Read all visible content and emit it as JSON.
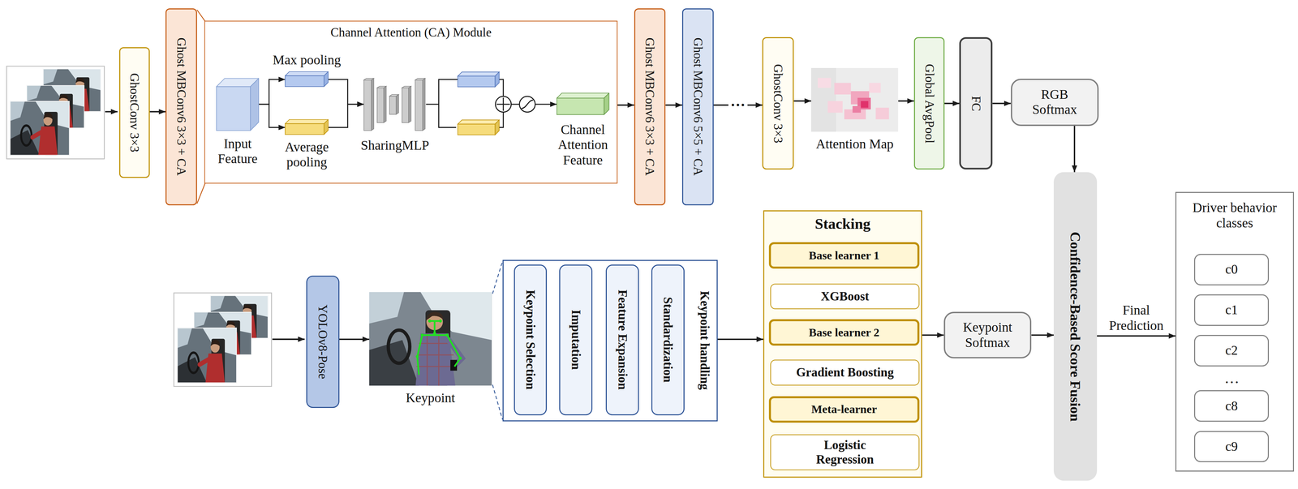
{
  "diagram": {
    "nodes": [
      {
        "text": [
          "GhostConv 3×3"
        ]
      },
      {
        "text": [
          "Ghost MBConv6 3×3 + CA"
        ]
      },
      {
        "text": [
          "Channel Attention (CA) Module"
        ]
      },
      {
        "text": [
          "Input Feature"
        ],
        "in": 2
      },
      {
        "text": [
          "Max pooling"
        ],
        "in": 2
      },
      {
        "text": [
          "Average pooling"
        ],
        "in": 2
      },
      {
        "text": [
          "SharingMLP"
        ],
        "in": 2
      },
      {
        "text": [
          "Channel Attention Feature"
        ],
        "in": 2
      },
      {
        "text": [
          "Ghost MBConv6 3×3 + CA"
        ]
      },
      {
        "text": [
          "Ghost MBConv6 5×5 + CA"
        ]
      },
      {
        "text": [
          "GhostConv 3×3"
        ]
      },
      {
        "text": [
          "Attention Map"
        ]
      },
      {
        "text": [
          "Global AvgPool"
        ]
      },
      {
        "text": [
          "FC"
        ]
      },
      {
        "text": [
          "RGB Softmax"
        ]
      },
      {
        "text": [
          "Confidence-Based Score Fusion"
        ]
      },
      {
        "text": [
          "Driver behavior classes"
        ]
      },
      {
        "text": [
          "c0"
        ],
        "in": 16
      },
      {
        "text": [
          "c1"
        ],
        "in": 16
      },
      {
        "text": [
          "c2"
        ],
        "in": 16
      },
      {
        "text": [
          "c8"
        ],
        "in": 16
      },
      {
        "text": [
          "c9"
        ],
        "in": 16
      },
      {
        "text": [
          "YOLOv8-Pose"
        ]
      },
      {
        "text": [
          "Keypoint"
        ]
      },
      {
        "text": [
          "Keypoint handling"
        ]
      },
      {
        "text": [
          "Keypoint Selection"
        ],
        "in": 24
      },
      {
        "text": [
          "Imputation"
        ],
        "in": 24
      },
      {
        "text": [
          "Feature Expansion"
        ],
        "in": 24
      },
      {
        "text": [
          "Standardization"
        ],
        "in": 24
      },
      {
        "text": [
          "Stacking"
        ]
      },
      {
        "text": [
          "Base learner 1"
        ],
        "in": 29
      },
      {
        "text": [
          "XGBoost"
        ],
        "in": 29
      },
      {
        "text": [
          "Base learner 2"
        ],
        "in": 29
      },
      {
        "text": [
          "Gradient Boosting"
        ],
        "in": 29
      },
      {
        "text": [
          "Meta-learner"
        ],
        "in": 29
      },
      {
        "text": [
          "Logistic Regression"
        ],
        "in": 29
      },
      {
        "text": [
          "Keypoint Softmax"
        ]
      }
    ],
    "edges": [
      {
        "from": 0,
        "to": 1,
        "arrow": "to"
      },
      {
        "from": 2,
        "to": 8,
        "arrow": "to"
      },
      {
        "from": 8,
        "to": 9,
        "arrow": "to"
      },
      {
        "from": 9,
        "to": 10,
        "label": "···",
        "arrow": "to"
      },
      {
        "from": 10,
        "to": 11,
        "arrow": "to"
      },
      {
        "from": 11,
        "to": 12,
        "arrow": "to"
      },
      {
        "from": 12,
        "to": 13,
        "arrow": "to"
      },
      {
        "from": 13,
        "to": 14,
        "arrow": "to"
      },
      {
        "from": 14,
        "to": 15,
        "arrow": "to"
      },
      {
        "from": 15,
        "to": 16,
        "label": "Final Prediction",
        "arrow": "to"
      },
      {
        "from": 3,
        "to": 4,
        "arrow": "to"
      },
      {
        "from": 3,
        "to": 5,
        "arrow": "to"
      },
      {
        "from": 4,
        "to": 6,
        "arrow": "to"
      },
      {
        "from": 5,
        "to": 6,
        "arrow": "to"
      },
      {
        "from": 6,
        "to": 7,
        "arrow": "to"
      },
      {
        "from": 22,
        "to": 23,
        "arrow": "to"
      },
      {
        "from": 24,
        "to": 29,
        "arrow": "to"
      },
      {
        "from": 29,
        "to": 36,
        "arrow": "to"
      },
      {
        "from": 36,
        "to": 15,
        "arrow": "to"
      },
      {
        "from": 30,
        "to": 31,
        "arrow": "to"
      },
      {
        "from": 30,
        "to": 31,
        "arrow": "to"
      },
      {
        "from": 32,
        "to": 33,
        "arrow": "to"
      },
      {
        "from": 32,
        "to": 33,
        "arrow": "to"
      },
      {
        "from": 34,
        "to": 35,
        "arrow": "to"
      },
      {
        "from": 34,
        "to": 35,
        "arrow": "to"
      }
    ],
    "labels": [
      "…"
    ]
  }
}
